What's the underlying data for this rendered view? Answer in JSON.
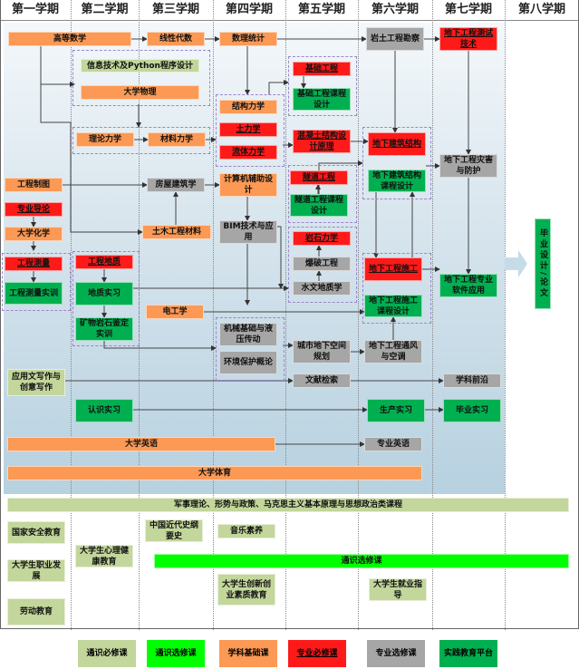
{
  "headers": [
    "第一学期",
    "第二学期",
    "第三学期",
    "第四学期",
    "第五学期",
    "第六学期",
    "第七学期",
    "第八学期"
  ],
  "colors": {
    "orange": "#fb9955",
    "red": "#ff1a1a",
    "gray": "#a6a6a6",
    "green": "#00b050",
    "olive": "#c3d69b",
    "lime": "#00ff00"
  },
  "courses": {
    "gdsx": {
      "label": "高等数学",
      "cat": "orange"
    },
    "xxds": {
      "label": "线性代数",
      "cat": "orange"
    },
    "sltj": {
      "label": "数理统计",
      "cat": "orange"
    },
    "ytgckc": {
      "label": "岩土工程勘察",
      "cat": "gray"
    },
    "dxgccs": {
      "label": "地下工程测试技术",
      "cat": "red"
    },
    "xxjs": {
      "label": "信息技术及Python程序设计",
      "cat": "olive"
    },
    "dxwl": {
      "label": "大学物理",
      "cat": "orange"
    },
    "jglx": {
      "label": "结构力学",
      "cat": "orange"
    },
    "tlx": {
      "label": "土力学",
      "cat": "red"
    },
    "ltlx": {
      "label": "流体力学",
      "cat": "red"
    },
    "jcgc": {
      "label": "基础工程",
      "cat": "red"
    },
    "jcgckc": {
      "label": "基础工程课程设计",
      "cat": "green"
    },
    "lllx": {
      "label": "理论力学",
      "cat": "orange"
    },
    "cllx": {
      "label": "材料力学",
      "cat": "orange"
    },
    "hnt": {
      "label": "混凝土结构设计原理",
      "cat": "red"
    },
    "dxjz": {
      "label": "地下建筑结构",
      "cat": "red"
    },
    "dxjzkc": {
      "label": "地下建筑结构课程设计",
      "cat": "green"
    },
    "zhfh": {
      "label": "地下工程灾害与防护",
      "cat": "gray"
    },
    "gczt": {
      "label": "工程制图",
      "cat": "orange"
    },
    "fwjz": {
      "label": "房屋建筑学",
      "cat": "gray"
    },
    "jsj": {
      "label": "计算机辅助设计",
      "cat": "orange"
    },
    "sdgc": {
      "label": "隧道工程",
      "cat": "red"
    },
    "sdkc": {
      "label": "隧道工程课程设计",
      "cat": "green"
    },
    "zydl": {
      "label": "专业导论",
      "cat": "red"
    },
    "dxhx": {
      "label": "大学化学",
      "cat": "orange"
    },
    "tmcl": {
      "label": "土木工程材料",
      "cat": "orange"
    },
    "bim": {
      "label": "BIM技术与应用",
      "cat": "gray"
    },
    "yslx": {
      "label": "岩石力学",
      "cat": "red"
    },
    "bysj": {
      "label": "毕业设计/论文",
      "cat": "green"
    },
    "gccl": {
      "label": "工程测量",
      "cat": "red"
    },
    "gcdz": {
      "label": "工程地质",
      "cat": "red"
    },
    "bpgc": {
      "label": "爆破工程",
      "cat": "gray"
    },
    "dxsg": {
      "label": "地下工程施工",
      "cat": "red"
    },
    "gcclsx": {
      "label": "工程测量实训",
      "cat": "green"
    },
    "dzsx": {
      "label": "地质实习",
      "cat": "green"
    },
    "swdz": {
      "label": "水文地质学",
      "cat": "gray"
    },
    "rjyy": {
      "label": "地下工程专业软件应用",
      "cat": "green"
    },
    "dgx": {
      "label": "电工学",
      "cat": "orange"
    },
    "sgkc": {
      "label": "地下工程施工课程设计",
      "cat": "green"
    },
    "kwys": {
      "label": "矿物岩石鉴定实训",
      "cat": "green"
    },
    "jxjc": {
      "label": "机械基础与液压传动",
      "cat": "gray"
    },
    "cskj": {
      "label": "城市地下空间规划",
      "cat": "gray"
    },
    "tfkt": {
      "label": "地下工程通风与空调",
      "cat": "gray"
    },
    "hjbh": {
      "label": "环境保护概论",
      "cat": "gray"
    },
    "yywxz": {
      "label": "应用文写作与创意写作",
      "cat": "olive"
    },
    "wxjs": {
      "label": "文献检索",
      "cat": "gray"
    },
    "xkqy": {
      "label": "学科前沿",
      "cat": "gray"
    },
    "rssx": {
      "label": "认识实习",
      "cat": "green"
    },
    "scsx": {
      "label": "生产实习",
      "cat": "green"
    },
    "bysx": {
      "label": "毕业实习",
      "cat": "green"
    },
    "dxyy": {
      "label": "大学英语",
      "cat": "orange"
    },
    "zyyy": {
      "label": "专业英语",
      "cat": "gray"
    },
    "dxty": {
      "label": "大学体育",
      "cat": "orange"
    },
    "jsll": {
      "label": "军事理论、形势与政策、马克思主义基本原理与思想政治类课程",
      "cat": "olive"
    },
    "gjaq": {
      "label": "国家安全教育",
      "cat": "olive"
    },
    "zgjds": {
      "label": "中国近代史纲要史",
      "cat": "olive"
    },
    "yyss": {
      "label": "音乐素养",
      "cat": "olive"
    },
    "xljk": {
      "label": "大学生心理健康教育",
      "cat": "olive"
    },
    "tsxx": {
      "label": "通识选修课",
      "cat": "lime"
    },
    "zyfz": {
      "label": "大学生职业发展",
      "cat": "olive"
    },
    "cxcy": {
      "label": "大学生创新创业素质教育",
      "cat": "olive"
    },
    "jyzd": {
      "label": "大学生就业指导",
      "cat": "olive"
    },
    "ldjy": {
      "label": "劳动教育",
      "cat": "olive"
    }
  },
  "legend": [
    {
      "label": "通识必修课",
      "cat": "olive"
    },
    {
      "label": "通识选修课",
      "cat": "lime"
    },
    {
      "label": "学科基础课",
      "cat": "orange"
    },
    {
      "label": "专业必修课",
      "cat": "red"
    },
    {
      "label": "专业选修课",
      "cat": "gray"
    },
    {
      "label": "实践教育平台",
      "cat": "green"
    }
  ]
}
